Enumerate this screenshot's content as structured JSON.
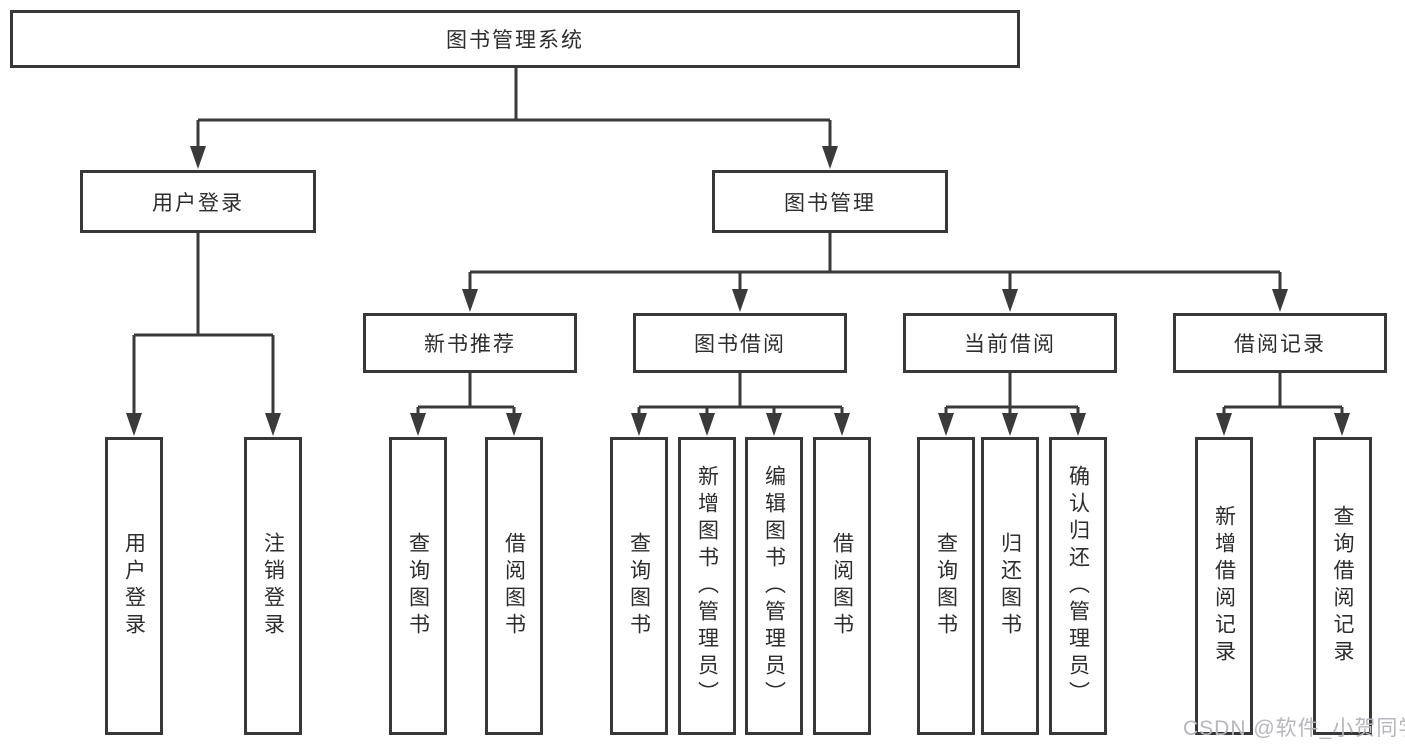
{
  "diagram": {
    "root": {
      "label": "图书管理系统"
    },
    "branches": [
      {
        "label": "用户登录",
        "children": [
          "用户登录",
          "注销登录"
        ]
      },
      {
        "label": "图书管理",
        "groups": [
          {
            "label": "新书推荐",
            "children": [
              "查询图书",
              "借阅图书"
            ]
          },
          {
            "label": "图书借阅",
            "children": [
              "查询图书",
              "新增图书（管理员）",
              "编辑图书（管理员）",
              "借阅图书"
            ]
          },
          {
            "label": "当前借阅",
            "children": [
              "查询图书",
              "归还图书",
              "确认归还（管理员）"
            ]
          },
          {
            "label": "借阅记录",
            "children": [
              "新增借阅记录",
              "查询借阅记录"
            ]
          }
        ]
      }
    ]
  },
  "watermark": "CSDN @软件_小贺同学",
  "colors": {
    "line": "#3a3a3a",
    "border": "#383838",
    "text": "#2d2d2d",
    "watermark_text": "#b8b6bd",
    "background": "#ffffff"
  }
}
